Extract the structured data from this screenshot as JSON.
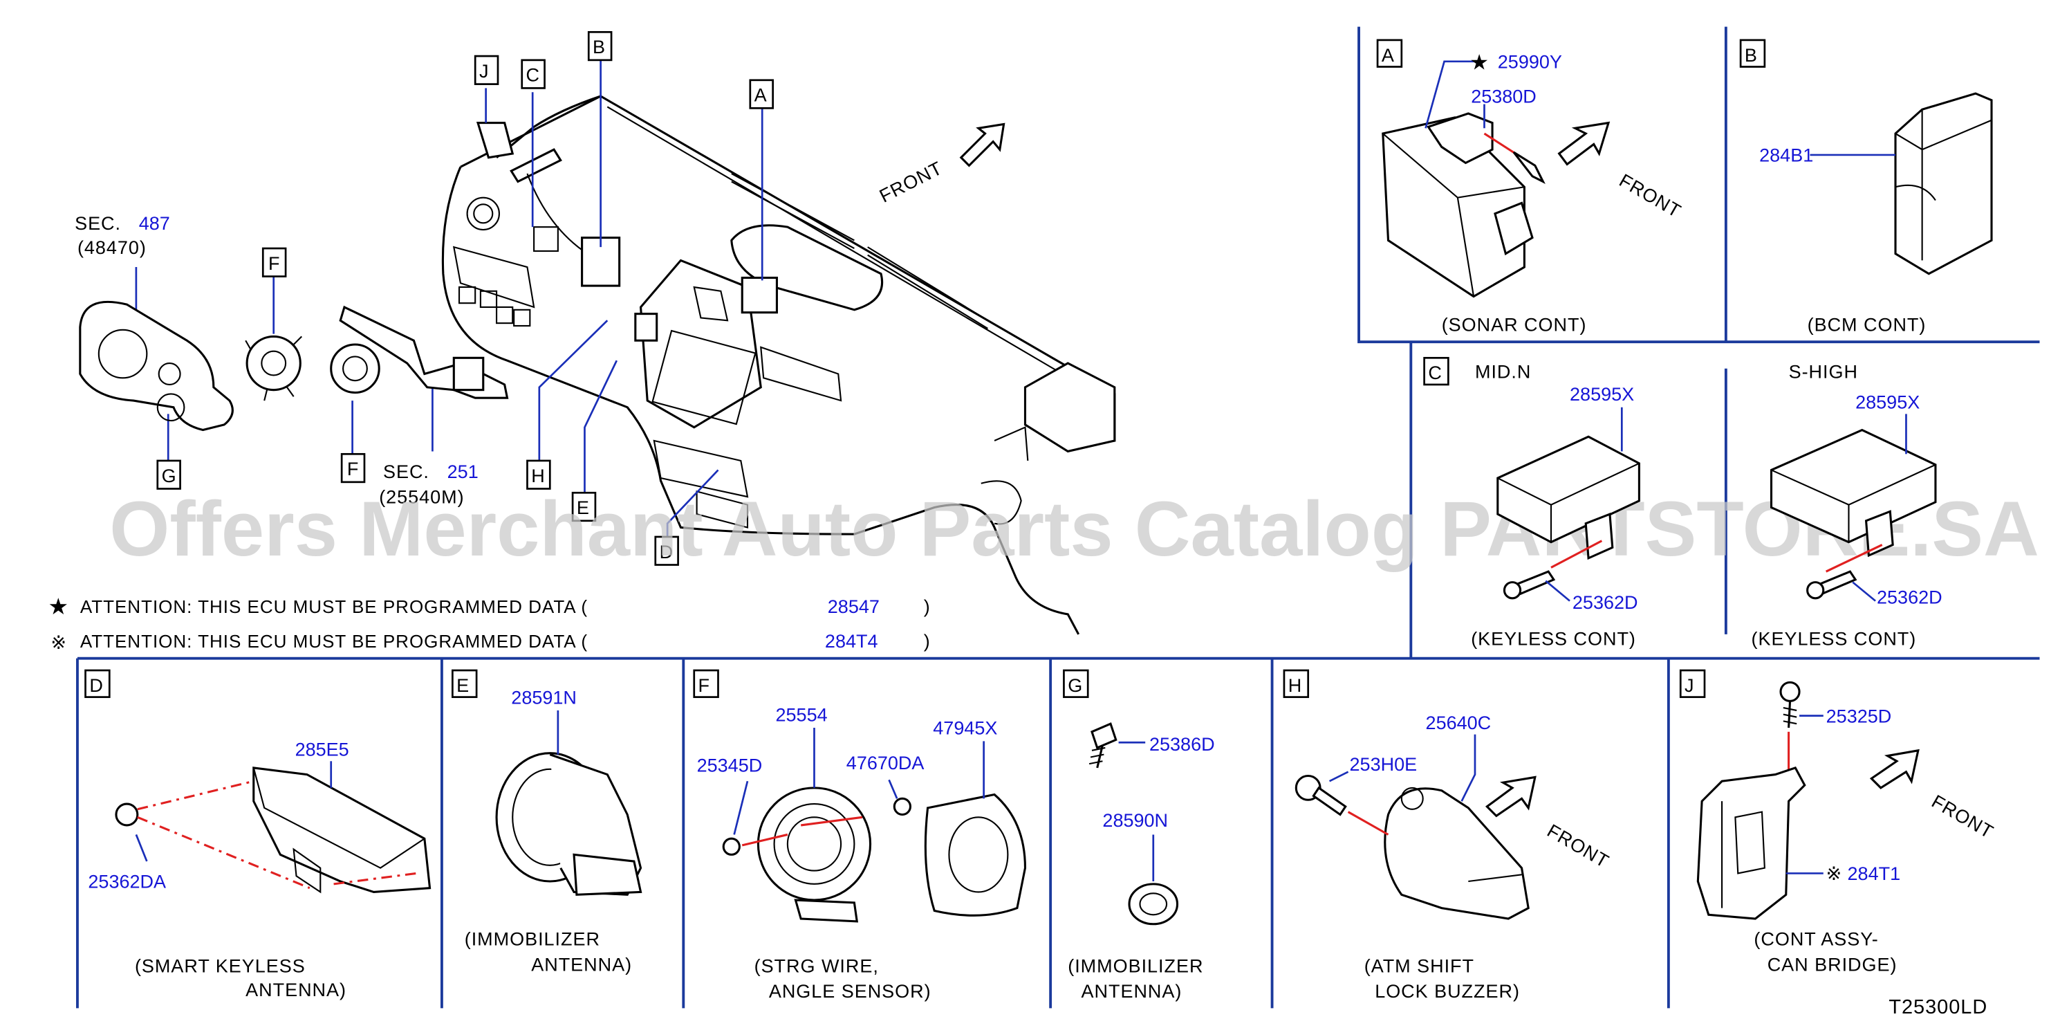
{
  "diagram_id": "T25300LD",
  "watermark": "Offers Merchant Auto Parts Catalog PARTSTORE.SA",
  "main_view": {
    "front_label": "FRONT",
    "callout_letters": [
      "J",
      "C",
      "B",
      "A",
      "F",
      "G",
      "F",
      "H",
      "E",
      "D"
    ],
    "sec_487": {
      "prefix": "SEC.",
      "num": "487",
      "sub": "(48470)"
    },
    "sec_251": {
      "prefix": "SEC.",
      "num": "251",
      "sub": "(25540M)"
    }
  },
  "attention": [
    {
      "symbol": "★",
      "text": "ATTENTION:  THIS  ECU  MUST  BE  PROGRAMMED  DATA  (",
      "code": "28547",
      "close": ")"
    },
    {
      "symbol": "※",
      "text": "ATTENTION:  THIS  ECU  MUST  BE  PROGRAMMED  DATA  (",
      "code": "284T4",
      "close": ")"
    }
  ],
  "panels": {
    "A": {
      "letter": "A",
      "star_symbol": "★",
      "part1": "25990Y",
      "part2": "25380D",
      "front": "FRONT",
      "caption": "(SONAR   CONT)"
    },
    "B": {
      "letter": "B",
      "part": "284B1",
      "caption": "(BCM   CONT)"
    },
    "C": {
      "letter": "C",
      "mid_title": "MID.N",
      "high_title": "S-HIGH",
      "mid_part": "28595X",
      "mid_screw": "25362D",
      "high_part": "28595X",
      "high_screw": "25362D",
      "caption_left": "(KEYLESS   CONT)",
      "caption_right": "(KEYLESS   CONT)"
    },
    "D": {
      "letter": "D",
      "part1": "285E5",
      "part2": "25362DA",
      "caption_l1": "(SMART   KEYLESS",
      "caption_l2": "ANTENNA)"
    },
    "E": {
      "letter": "E",
      "part": "28591N",
      "caption_l1": "(IMMOBILIZER",
      "caption_l2": "ANTENNA)"
    },
    "F": {
      "letter": "F",
      "part1": "25554",
      "part2": "25345D",
      "part3": "47670DA",
      "part4": "47945X",
      "caption_l1": "(STRG   WIRE,",
      "caption_l2": "ANGLE   SENSOR)"
    },
    "G": {
      "letter": "G",
      "part1": "25386D",
      "part2": "28590N",
      "caption_l1": "(IMMOBILIZER",
      "caption_l2": "ANTENNA)"
    },
    "H": {
      "letter": "H",
      "part1": "25640C",
      "part2": "253H0E",
      "front": "FRONT",
      "caption_l1": "(ATM   SHIFT",
      "caption_l2": "LOCK   BUZZER)"
    },
    "J": {
      "letter": "J",
      "part1": "25325D",
      "part2_symbol": "※",
      "part2": "284T1",
      "front": "FRONT",
      "caption_l1": "(CONT   ASSY-",
      "caption_l2": "CAN   BRIDGE)"
    }
  },
  "colors": {
    "part_number": "#1515d6",
    "frame": "#1b3a9c",
    "leader": "#1a2fb8",
    "guide": "#e02020",
    "watermark": "#c9c9c9"
  }
}
